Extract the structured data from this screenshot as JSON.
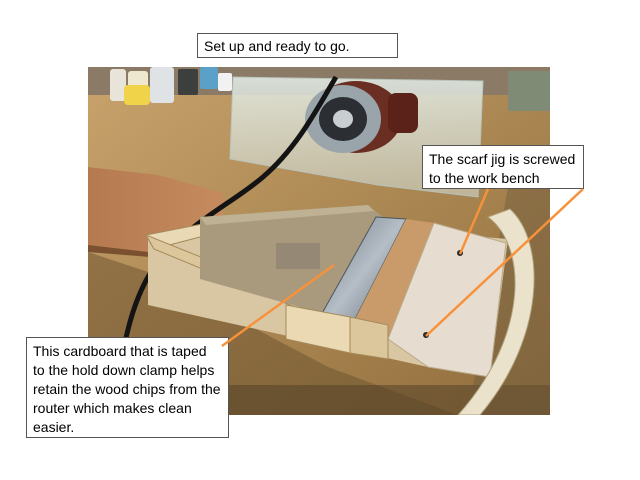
{
  "slide": {
    "title_callout": "Set up and ready to go.",
    "jig_callout": "The scarf jig is screwed to the work bench",
    "cardboard_callout": "This cardboard that is taped to the hold down clamp helps retain the wood chips from the router which makes clean easier."
  },
  "colors": {
    "callout_arrow": "#f7923a",
    "callout_border": "#555555"
  }
}
